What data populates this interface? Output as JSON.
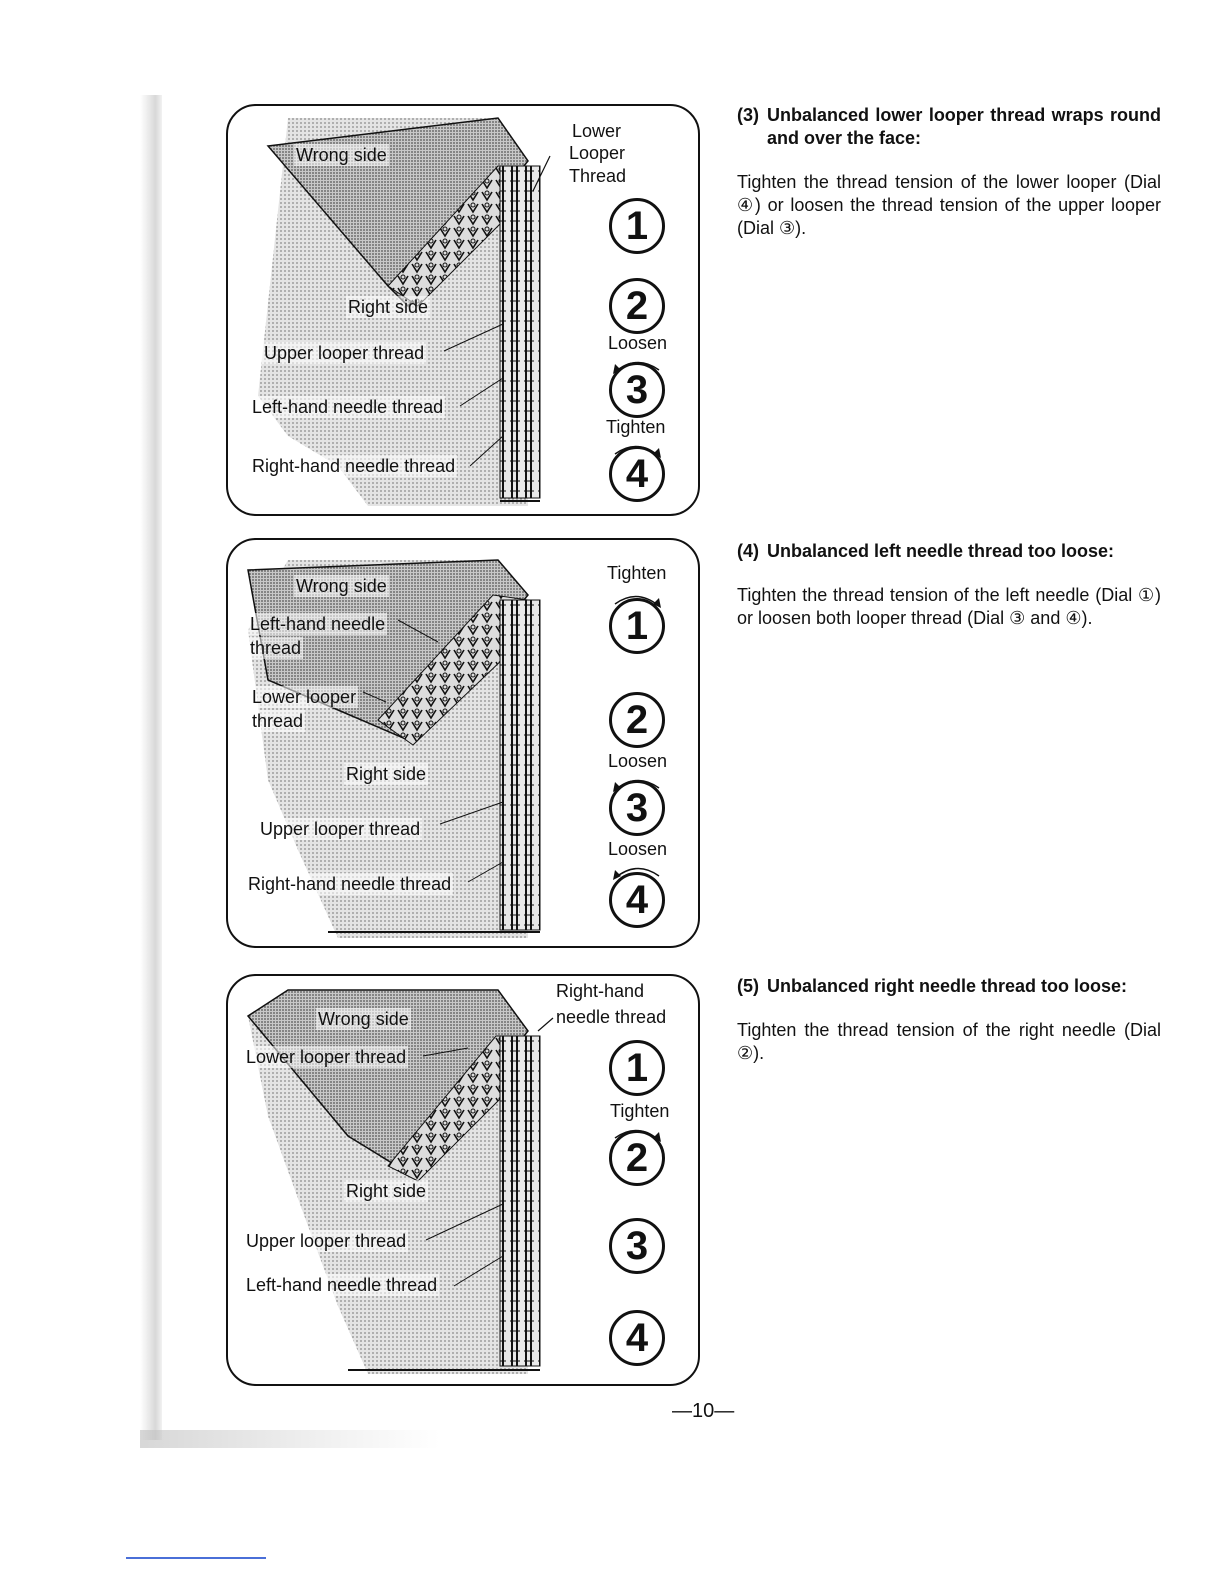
{
  "panels": [
    {
      "labels": {
        "wrong_side": "Wrong side",
        "right_side": "Right side",
        "upper_looper": "Upper looper thread",
        "left_needle": "Left-hand needle thread",
        "right_needle": "Right-hand needle thread",
        "lower_looper_1": "Lower",
        "lower_looper_2": "Looper",
        "lower_looper_3": "Thread"
      },
      "dials": [
        "1",
        "2",
        "3",
        "4"
      ],
      "adjust": {
        "dial3": "Loosen",
        "dial4": "Tighten"
      }
    },
    {
      "labels": {
        "wrong_side": "Wrong side",
        "left_needle_1": "Left-hand needle",
        "left_needle_2": "thread",
        "lower_looper_1": "Lower looper",
        "lower_looper_2": "thread",
        "right_side": "Right side",
        "upper_looper": "Upper looper thread",
        "right_needle": "Right-hand needle thread"
      },
      "dials": [
        "1",
        "2",
        "3",
        "4"
      ],
      "adjust": {
        "dial1": "Tighten",
        "dial3": "Loosen",
        "dial4": "Loosen"
      }
    },
    {
      "labels": {
        "wrong_side": "Wrong side",
        "lower_looper": "Lower looper thread",
        "right_side": "Right side",
        "upper_looper": "Upper looper thread",
        "left_needle": "Left-hand needle thread",
        "right_needle_1": "Right-hand",
        "right_needle_2": "needle thread"
      },
      "dials": [
        "1",
        "2",
        "3",
        "4"
      ],
      "adjust": {
        "dial2": "Tighten"
      }
    }
  ],
  "sections": [
    {
      "number": "(3)",
      "heading": "Unbalanced lower looper thread wraps round and over the face:",
      "body": "Tighten the thread tension of the lower looper (Dial ④) or loosen the thread tension of the upper looper (Dial ③)."
    },
    {
      "number": "(4)",
      "heading": "Unbalanced left needle thread too loose:",
      "body": "Tighten the thread tension of the left needle (Dial ①) or loosen both looper thread (Dial ③ and ④)."
    },
    {
      "number": "(5)",
      "heading": "Unbalanced right needle thread too loose:",
      "body": "Tighten the thread tension of the right needle (Dial ②)."
    }
  ],
  "page_number": "—10—",
  "colors": {
    "ink": "#111111",
    "fabric": "#cfcfcf",
    "fabric_dark": "#9a9a9a",
    "binding_link": "#4a6fd8"
  }
}
